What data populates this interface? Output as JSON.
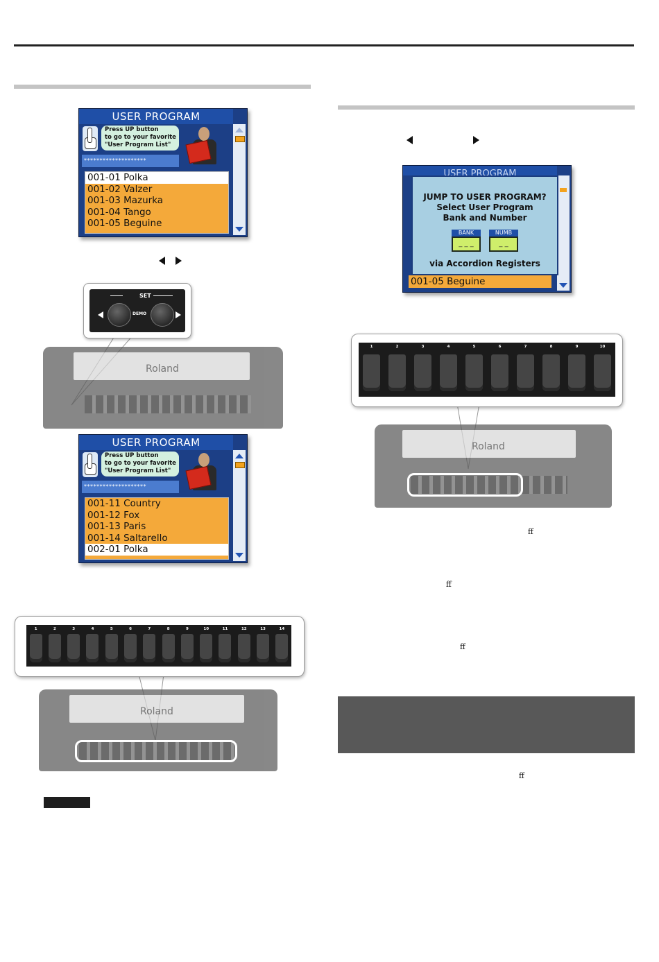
{
  "screen1": {
    "title": "USER PROGRAM",
    "bubble": [
      "Press UP button",
      "to go to your favorite",
      "\"User Program List\""
    ],
    "stars": "********************",
    "rows": [
      "001-01 Polka",
      "001-02 Valzer",
      "001-03 Mazurka",
      "001-04 Tango",
      "001-05 Beguine"
    ]
  },
  "screen2": {
    "title": "USER PROGRAM",
    "bubble": [
      "Press UP button",
      "to go to your favorite",
      "\"User Program List\""
    ],
    "stars": "********************",
    "rows": [
      "001-11 Country",
      "001-12 Fox",
      "001-13 Paris",
      "001-14 Saltarello",
      "002-01 Polka"
    ]
  },
  "dialog": {
    "bg_title": "USER PROGRAM",
    "line1": "JUMP TO USER PROGRAM?",
    "line2": "Select User Program",
    "line3": "Bank and Number",
    "bank_label": "BANK",
    "numb_label": "NUMB",
    "bank_value": "_ _ _",
    "numb_value": "_ _",
    "footer": "via Accordion Registers",
    "bottom_row": "001-05 Beguine"
  },
  "set_panel": {
    "label": "SET",
    "demo": "DEMO"
  },
  "accordion": {
    "brand": "Roland"
  },
  "strip10": [
    "1",
    "2",
    "3",
    "4",
    "5",
    "6",
    "7",
    "8",
    "9",
    "10"
  ],
  "strip14": [
    "1",
    "2",
    "3",
    "4",
    "5",
    "6",
    "7",
    "8",
    "9",
    "10",
    "11",
    "12",
    "13",
    "14"
  ],
  "ligatures": [
    "ff",
    "ff",
    "ff",
    "ff"
  ]
}
